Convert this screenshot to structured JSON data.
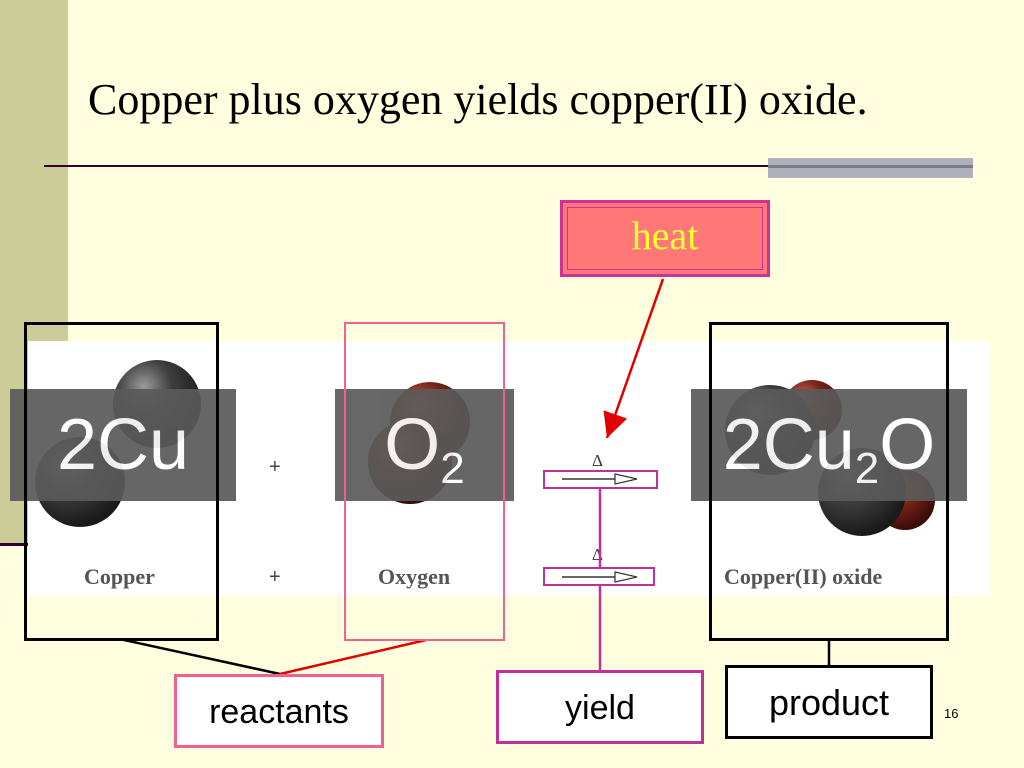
{
  "slide": {
    "title": "Copper plus oxygen yields copper(II) oxide.",
    "page_number": "16"
  },
  "equation": {
    "reactant1_formula": "2Cu",
    "plus_sign": "+",
    "reactant2_formula_main": "O",
    "reactant2_formula_sub": "2",
    "product_formula_prefix": "2Cu",
    "product_formula_sub": "2",
    "product_formula_suffix": "O",
    "heat_symbol": "Δ"
  },
  "captions": {
    "copper": "Copper",
    "plus": "+",
    "oxygen": "Oxygen",
    "product": "Copper(II) oxide"
  },
  "labels": {
    "heat": "heat",
    "reactants": "reactants",
    "yield": "yield",
    "product": "product"
  },
  "colors": {
    "background": "#ffffe0",
    "left_band": "#cccc99",
    "heat_box_fill": "#ff7777",
    "heat_text": "#ffff33",
    "pointer_red": "#e00000",
    "magenta_outline": "#c0309a",
    "pink_outline": "#f06090"
  }
}
